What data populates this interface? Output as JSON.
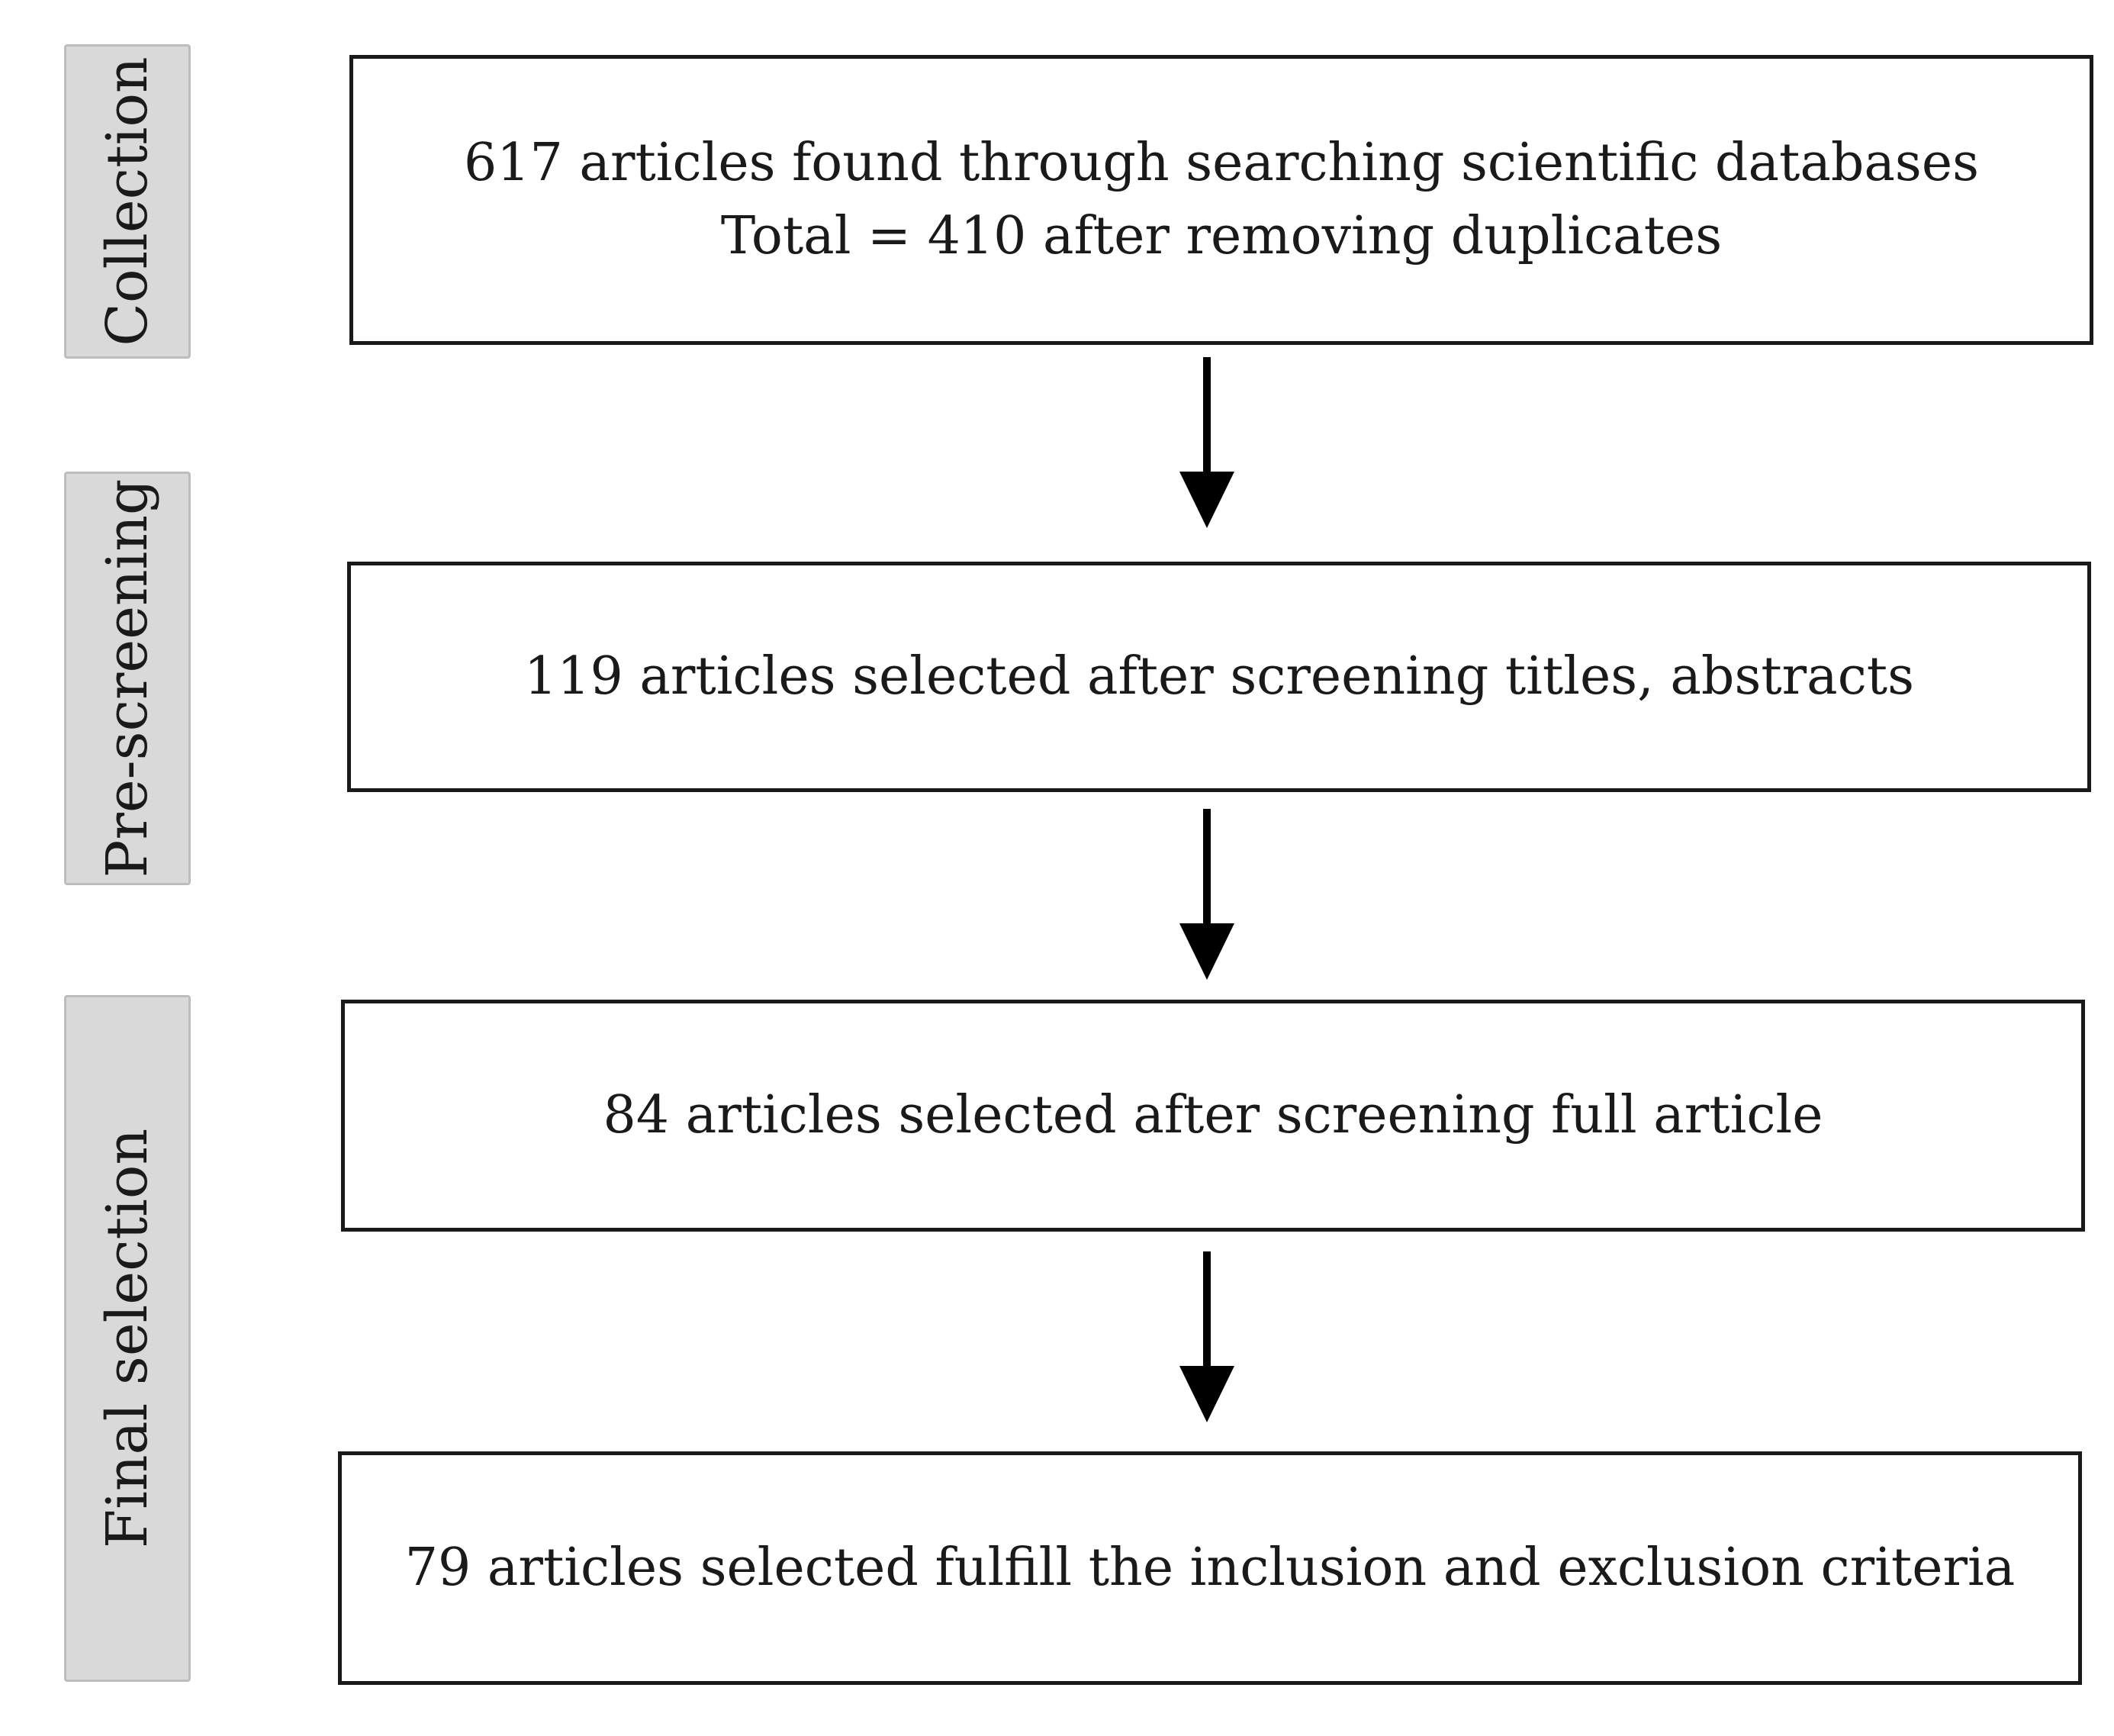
{
  "stages": [
    {
      "id": "collection",
      "label": "Collection"
    },
    {
      "id": "pre-screening",
      "label": "Pre-screening"
    },
    {
      "id": "final-selection",
      "label": "Final selection"
    }
  ],
  "boxes": {
    "collection": {
      "line1": "617 articles found through searching scientific databases",
      "line2": "Total = 410 after removing duplicates"
    },
    "prescreening": {
      "line1": "119 articles selected after screening titles, abstracts"
    },
    "fullscreen": {
      "line1": "84 articles selected after screening full article"
    },
    "final": {
      "line1": "79 articles selected fulfill the inclusion and exclusion criteria"
    }
  },
  "colors": {
    "stage_fill": "#d9d9d9",
    "stage_border": "#bdbdbd",
    "box_border": "#1a1a1a",
    "arrow": "#000000"
  },
  "icons": {
    "connector": "down-arrow-icon"
  }
}
